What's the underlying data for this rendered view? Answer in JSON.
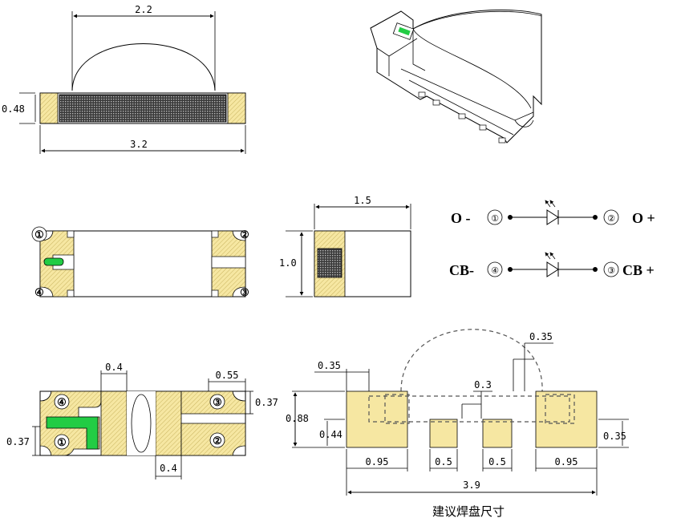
{
  "colors": {
    "pad_fill": "#f6e7a2",
    "led_chip": "#22cc44",
    "dark_chip": "#444444",
    "outline": "#000000"
  },
  "top_view": {
    "dim_lens_width": "2.2",
    "dim_height": "0.48",
    "dim_length": "3.2"
  },
  "perspective_view": {
    "icon": "led-3d-view"
  },
  "bottom_view": {
    "pin1": "①",
    "pin2": "②",
    "pin3": "③",
    "pin4": "④"
  },
  "side_view": {
    "dim_width": "1.5",
    "dim_height": "1.0"
  },
  "schematic": {
    "row1_left": "O -",
    "row1_left_pin": "①",
    "row1_right_pin": "②",
    "row1_right": "O +",
    "row2_left": "CB-",
    "row2_left_pin": "④",
    "row2_right_pin": "③",
    "row2_right": "CB +"
  },
  "pad_layout": {
    "dim_top_gap": "0.4",
    "dim_right_width": "0.55",
    "dim_right_height": "0.37",
    "dim_left_height": "0.37",
    "dim_bottom_gap": "0.4",
    "pin1": "①",
    "pin2": "②",
    "pin3": "③",
    "pin4": "④"
  },
  "recommended_pads": {
    "dim_035_top_left": "0.35",
    "dim_035_top_right": "0.35",
    "dim_03": "0.3",
    "dim_088": "0.88",
    "dim_044": "0.44",
    "dim_035_right": "0.35",
    "dim_095_left": "0.95",
    "dim_05_a": "0.5",
    "dim_05_b": "0.5",
    "dim_095_right": "0.95",
    "dim_39": "3.9",
    "caption": "建议焊盘尺寸"
  }
}
